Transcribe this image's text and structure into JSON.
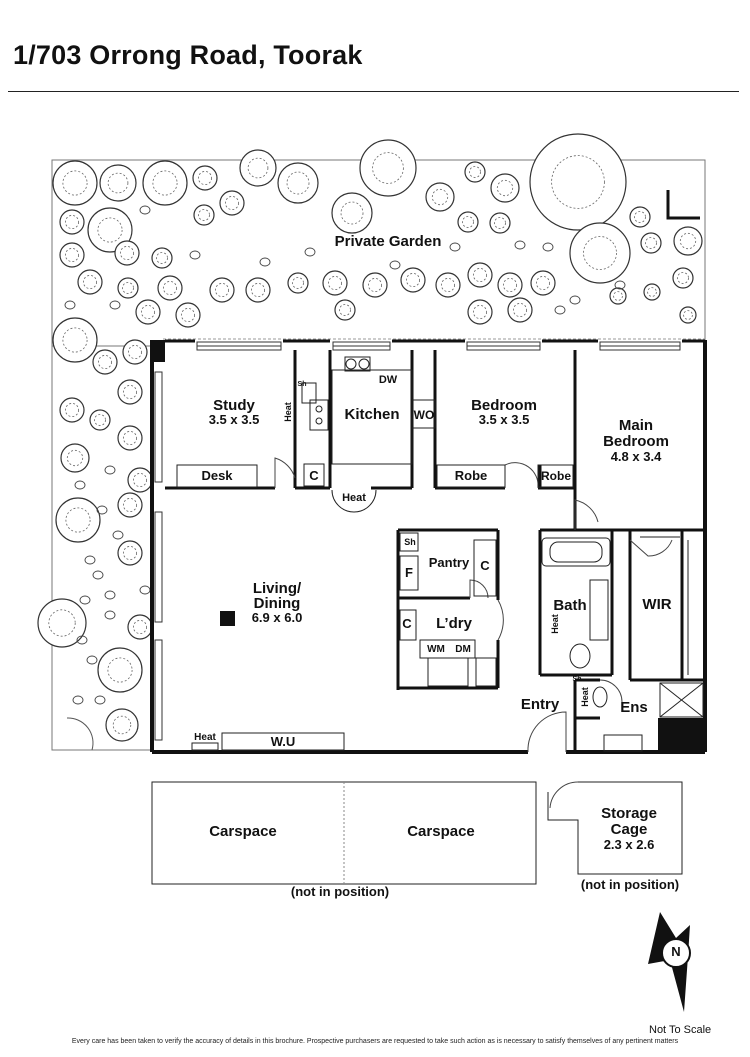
{
  "header": {
    "title": "1/703 Orrong Road, Toorak"
  },
  "rooms": {
    "garden": "Private Garden",
    "study": {
      "name": "Study",
      "dims": "3.5 x 3.5"
    },
    "kitchen": {
      "name": "Kitchen"
    },
    "bedroom": {
      "name": "Bedroom",
      "dims": "3.5 x 3.5"
    },
    "main_bedroom": {
      "name": "Main Bedroom",
      "line1": "Main",
      "line2": "Bedroom",
      "dims": "4.8 x 3.4"
    },
    "living": {
      "line1": "Living/",
      "line2": "Dining",
      "dims": "6.9 x 6.0"
    },
    "pantry": "Pantry",
    "laundry": "L’dry",
    "bath": "Bath",
    "wir": "WIR",
    "entry": "Entry",
    "ensuite": "Ens"
  },
  "fixtures": {
    "desk": "Desk",
    "dw": "DW",
    "wo": "WO",
    "robe": "Robe",
    "robe2": "Robe",
    "c": "C",
    "heat": "Heat",
    "sh": "Sh",
    "f": "F",
    "wm": "WM",
    "dm": "DM",
    "wu": "W.U"
  },
  "outbuildings": {
    "carspace_1": "Carspace",
    "carspace_2": "Carspace",
    "carspace_note": "(not in position)",
    "storage_line1": "Storage",
    "storage_line2": "Cage",
    "storage_dims": "2.3 x 2.6",
    "storage_note": "(not in position)"
  },
  "compass": {
    "label": "N"
  },
  "footer": {
    "scale_note": "Not To Scale",
    "disclaimer": "Every care has been taken to verify the accuracy of details in this brochure. Prospective purchasers are requested to take such action as is necessary to satisfy themselves of any pertinent matters"
  }
}
